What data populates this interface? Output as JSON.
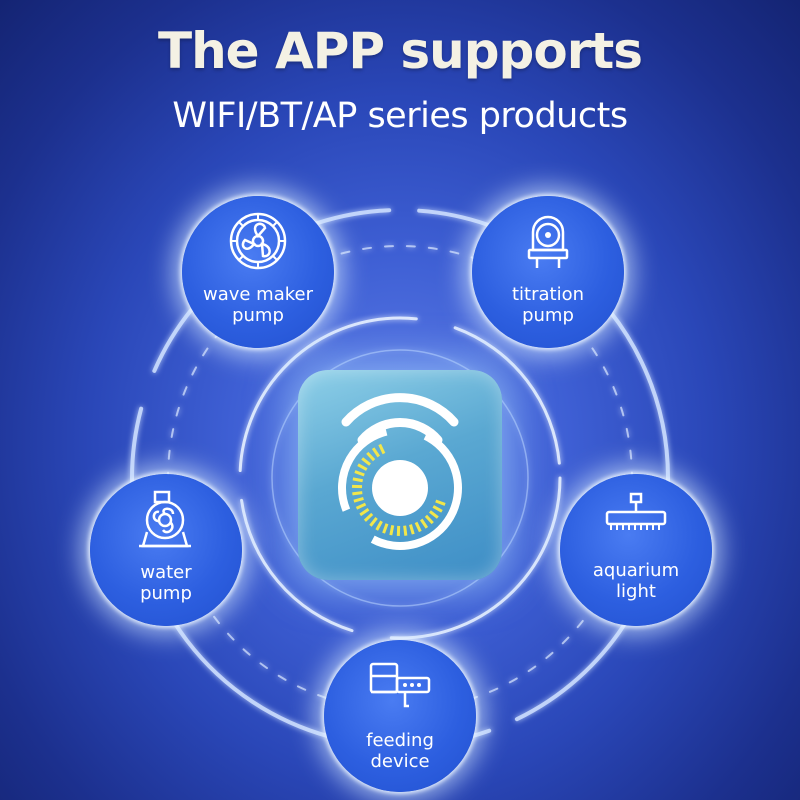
{
  "header": {
    "title": "The APP supports",
    "subtitle": "WIFI/BT/AP series products"
  },
  "hub": {
    "icon": "wifi-signal-icon"
  },
  "products": [
    {
      "id": "wave",
      "line1": "wave maker",
      "line2": "pump",
      "icon": "wave-maker-fan-icon"
    },
    {
      "id": "titration",
      "line1": "titration",
      "line2": "pump",
      "icon": "titration-pump-icon"
    },
    {
      "id": "water",
      "line1": "water",
      "line2": "pump",
      "icon": "water-pump-icon"
    },
    {
      "id": "light",
      "line1": "aquarium",
      "line2": "light",
      "icon": "aquarium-light-icon"
    },
    {
      "id": "feeder",
      "line1": "feeding",
      "line2": "device",
      "icon": "feeding-device-icon"
    }
  ],
  "colors": {
    "node_blue": "#2d5fe0",
    "background": "#2a47b8",
    "hub_teal": "#5aa8d2",
    "signal_yellow": "#f2e64a"
  }
}
